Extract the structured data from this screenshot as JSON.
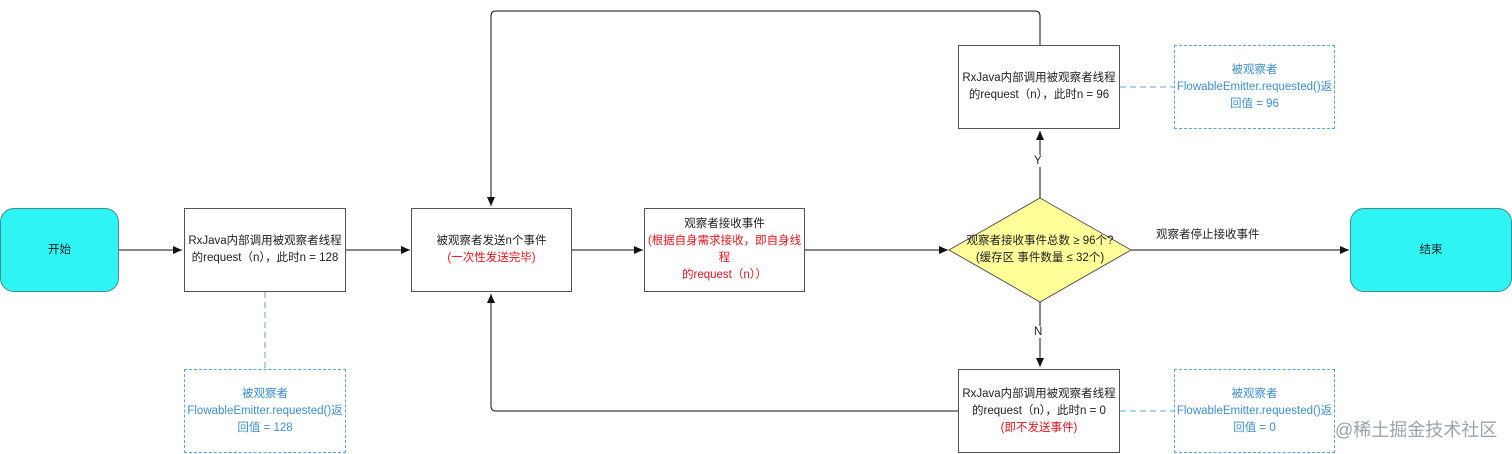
{
  "nodes": {
    "start": "开始",
    "end": "结束",
    "request_initial": {
      "line1": "RxJava内部调用被观察者线程",
      "line2": "的request（n），此时n = 128"
    },
    "observable_emit": {
      "line1": "被观察者发送n个事件",
      "line2": "(一次性发送完毕)"
    },
    "observer_receive": {
      "line1": "观察者接收事件",
      "line2": "(根据自身需求接收，即自身线程",
      "line3": "的request（n））"
    },
    "decision": {
      "line1": "观察者接收事件总数 ≥ 96个?",
      "line2": "(缓存区 事件数量 ≤ 32个)"
    },
    "request_96": {
      "line1": "RxJava内部调用被观察者线程",
      "line2": "的request（n），此时n = 96"
    },
    "request_0": {
      "line1": "RxJava内部调用被观察者线程",
      "line2": "的request（n），此时n = 0",
      "line3": "(即不发送事件)"
    }
  },
  "notes": {
    "note_128": {
      "line1": "被观察者",
      "line2": "FlowableEmitter.requested()返",
      "line3": "回值 = 128"
    },
    "note_96": {
      "line1": "被观察者",
      "line2": "FlowableEmitter.requested()返",
      "line3": "回值 = 96"
    },
    "note_0": {
      "line1": "被观察者",
      "line2": "FlowableEmitter.requested()返",
      "line3": "回值 = 0"
    }
  },
  "edge_labels": {
    "yes": "Y",
    "no": "N",
    "stop": "观察者停止接收事件"
  },
  "watermark": "@稀土掘金技术社区",
  "colors": {
    "terminal_fill": "#2ff4f4",
    "decision_fill": "#ffff99",
    "note_text": "#3d8fd4",
    "highlight_text": "#e8141c"
  }
}
